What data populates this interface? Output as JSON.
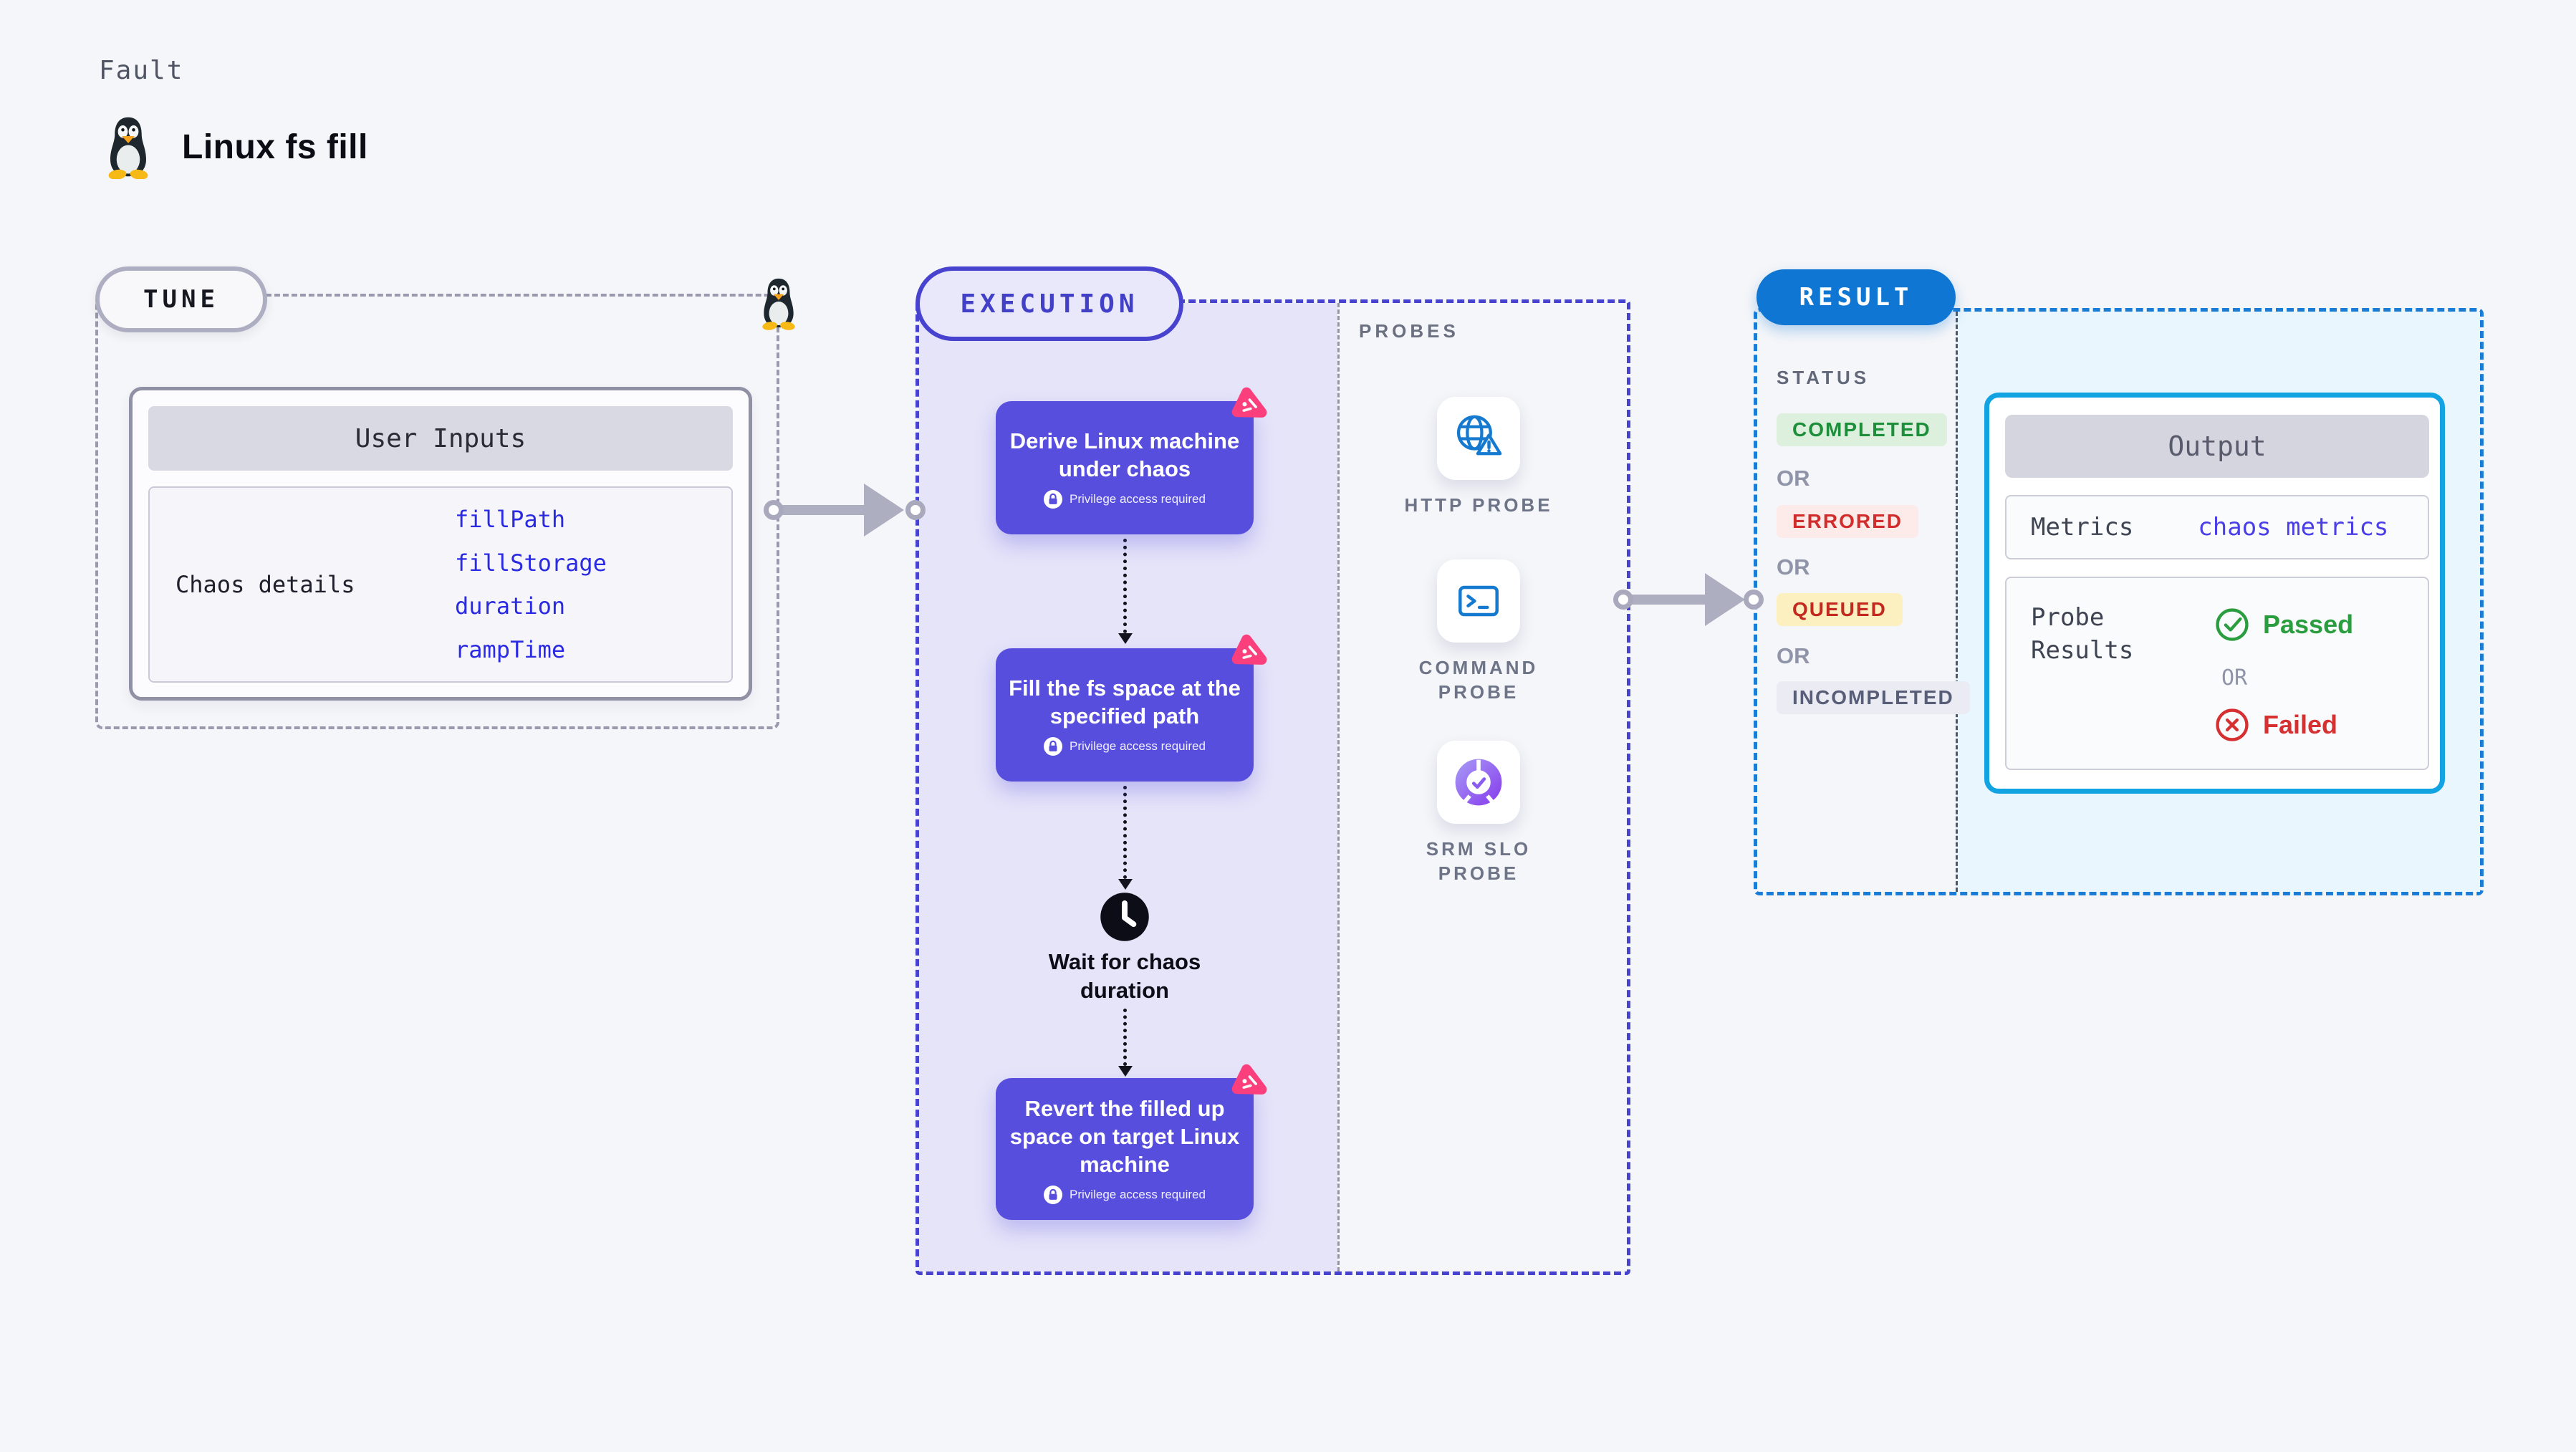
{
  "page": {
    "kicker": "Fault",
    "title": "Linux fs fill"
  },
  "tune": {
    "label": "TUNE",
    "card_header": "User Inputs",
    "row_label": "Chaos details",
    "inputs": [
      "fillPath",
      "fillStorage",
      "duration",
      "rampTime"
    ]
  },
  "execution": {
    "label": "EXECUTION",
    "steps": [
      {
        "title": "Derive Linux machine under chaos",
        "badge": "Privilege access required"
      },
      {
        "title": "Fill the fs space at the specified path",
        "badge": "Privilege access required"
      },
      {
        "title": "Revert the filled up space on target Linux machine",
        "badge": "Privilege access required"
      }
    ],
    "wait_label": "Wait for chaos duration"
  },
  "probes": {
    "label": "PROBES",
    "items": [
      {
        "name": "HTTP PROBE",
        "icon": "globe-warning-icon"
      },
      {
        "name": "COMMAND PROBE",
        "icon": "terminal-icon"
      },
      {
        "name": "SRM SLO PROBE",
        "icon": "slo-donut-check-icon"
      }
    ]
  },
  "result": {
    "label": "RESULT",
    "status_label": "STATUS",
    "or_label": "OR",
    "statuses": [
      {
        "label": "COMPLETED",
        "fg": "#1d8e3a",
        "bg": "#dcf0dd"
      },
      {
        "label": "ERRORED",
        "fg": "#d22d2d",
        "bg": "#fcebe8"
      },
      {
        "label": "QUEUED",
        "fg": "#c22a20",
        "bg": "#fdf0c0"
      },
      {
        "label": "INCOMPLETED",
        "fg": "#595e78",
        "bg": "#ebebf3"
      }
    ],
    "output": {
      "header": "Output",
      "metrics_label": "Metrics",
      "metrics_value": "chaos metrics",
      "probe_results_label": "Probe Results",
      "passed_label": "Passed",
      "failed_label": "Failed",
      "or_label": "OR"
    }
  },
  "colors": {
    "indigo_accent": "#4743cf",
    "step_box": "#574ede",
    "chaos_pink": "#fb3e7c",
    "result_blue": "#0f76d3",
    "output_border": "#12a4e2",
    "execution_fill": "#e5e4f9",
    "result_fill": "#e9f6fd",
    "passed_green": "#2a9d3f",
    "failed_red": "#d63031",
    "probe_icon_blue": "#1479cf"
  }
}
